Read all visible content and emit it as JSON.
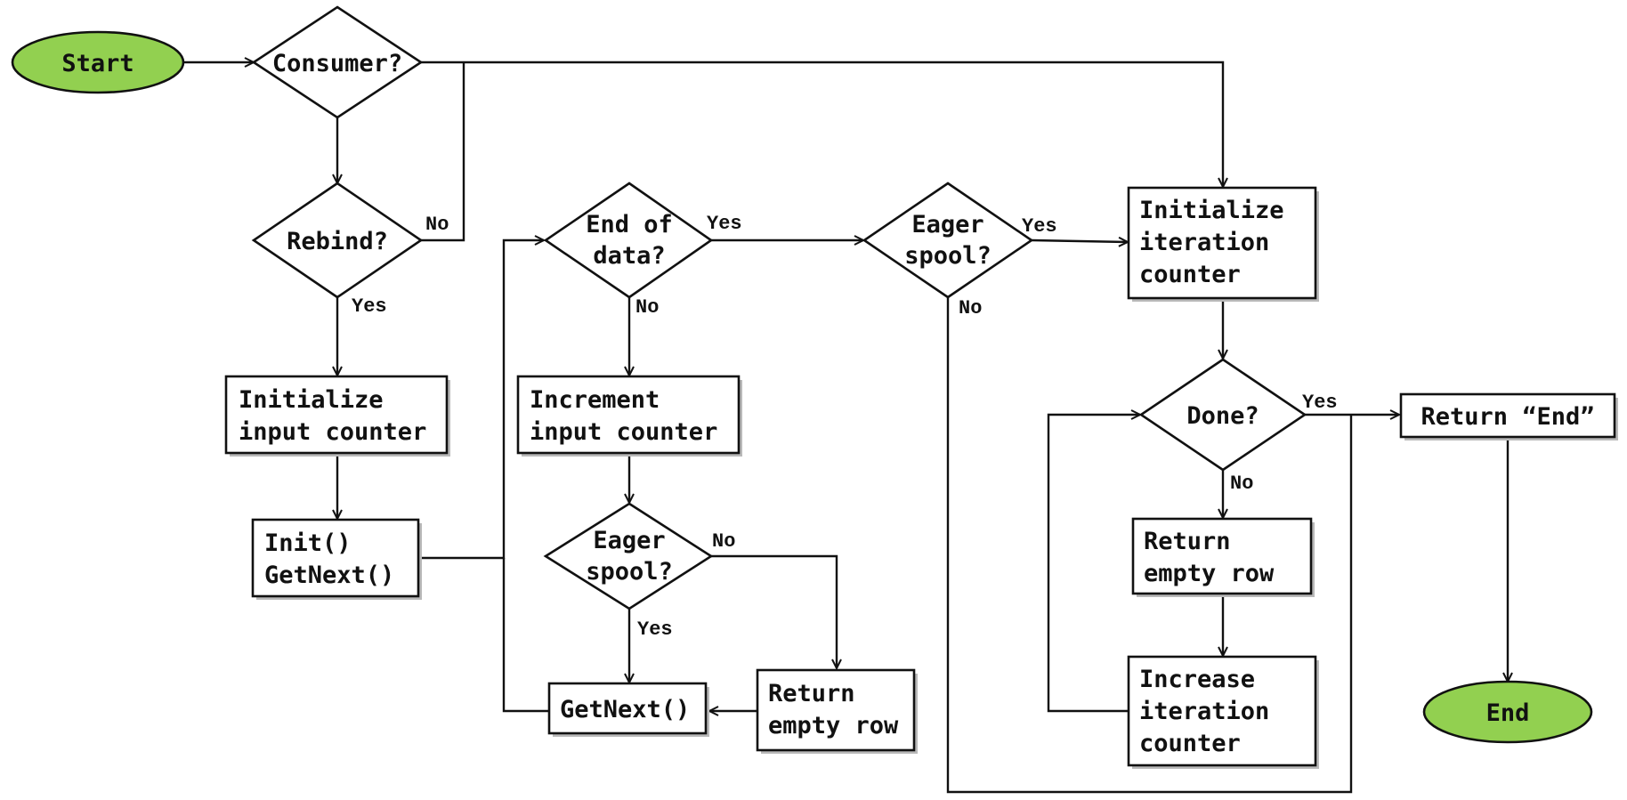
{
  "colors": {
    "terminal_fill": "#92d050",
    "stroke": "#111111",
    "box_fill": "#ffffff"
  },
  "terminals": {
    "start": "Start",
    "end": "End"
  },
  "decisions": {
    "consumer": [
      "Consumer?"
    ],
    "rebind": [
      "Rebind?"
    ],
    "end_of_data": [
      "End of",
      "data?"
    ],
    "eager_spool_inner": [
      "Eager",
      "spool?"
    ],
    "eager_spool_outer": [
      "Eager",
      "spool?"
    ],
    "done": [
      "Done?"
    ]
  },
  "processes": {
    "init_input_counter": [
      "Initialize",
      "input counter"
    ],
    "init_getnext": [
      "Init()",
      "GetNext()"
    ],
    "increment_input_counter": [
      "Increment",
      "input counter"
    ],
    "getnext": [
      "GetNext()"
    ],
    "return_empty_row_inner": [
      "Return",
      "empty row"
    ],
    "init_iteration_counter": [
      "Initialize",
      "iteration",
      "counter"
    ],
    "return_empty_row_outer": [
      "Return",
      "empty row"
    ],
    "increase_iteration_counter": [
      "Increase",
      "iteration",
      "counter"
    ],
    "return_end": [
      "Return “End”"
    ]
  },
  "edge_labels": {
    "rebind_no": "No",
    "rebind_yes": "Yes",
    "end_of_data_yes": "Yes",
    "end_of_data_no": "No",
    "eager_spool_inner_no": "No",
    "eager_spool_inner_yes": "Yes",
    "eager_spool_outer_yes": "Yes",
    "eager_spool_outer_no": "No",
    "done_yes": "Yes",
    "done_no": "No"
  }
}
